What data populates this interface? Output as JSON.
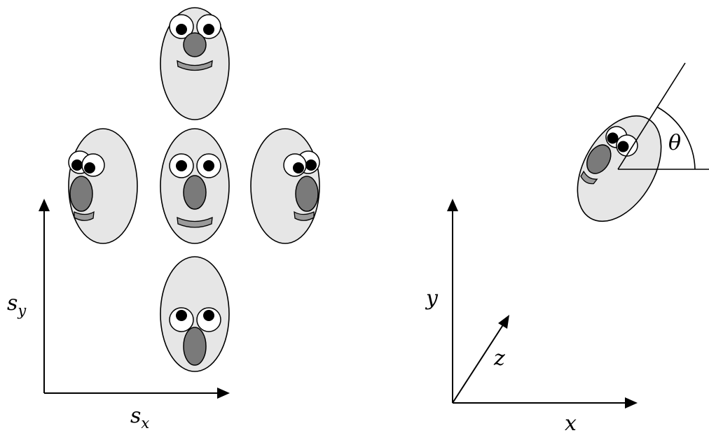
{
  "left_panel": {
    "axis_x_label": {
      "base": "s",
      "sub": "x"
    },
    "axis_y_label": {
      "base": "s",
      "sub": "y"
    },
    "faces": [
      "face-looking-up",
      "face-looking-left",
      "face-looking-center",
      "face-looking-right",
      "face-looking-down"
    ]
  },
  "right_panel": {
    "axis_x_label": "x",
    "axis_y_label": "y",
    "axis_z_label": "z",
    "angle_label": "θ",
    "faces": [
      "face-rotated-in-plane"
    ]
  },
  "colors": {
    "face_fill": "#e6e6e6",
    "nose_fill": "#7a7a7a",
    "mouth_fill": "#9a9a9a",
    "line": "#000000"
  }
}
